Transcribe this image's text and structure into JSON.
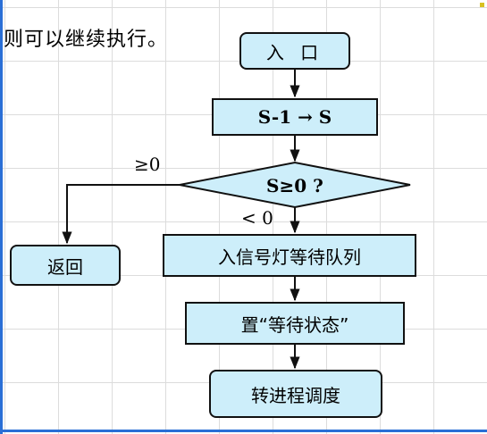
{
  "caption": "则可以继续执行。",
  "flowchart": {
    "entry": "入 口",
    "decrement": "S-1 → S",
    "decision": "S≥0 ?",
    "branch_ge": "≥0",
    "branch_lt": "< 0",
    "return": "返回",
    "enqueue": "入信号灯等待队列",
    "set_wait_state": "置“等待状态”",
    "schedule": "转进程调度"
  },
  "colors": {
    "box_fill": "#cdeefa",
    "stroke": "#111111",
    "frame": "#2a6fd6"
  }
}
